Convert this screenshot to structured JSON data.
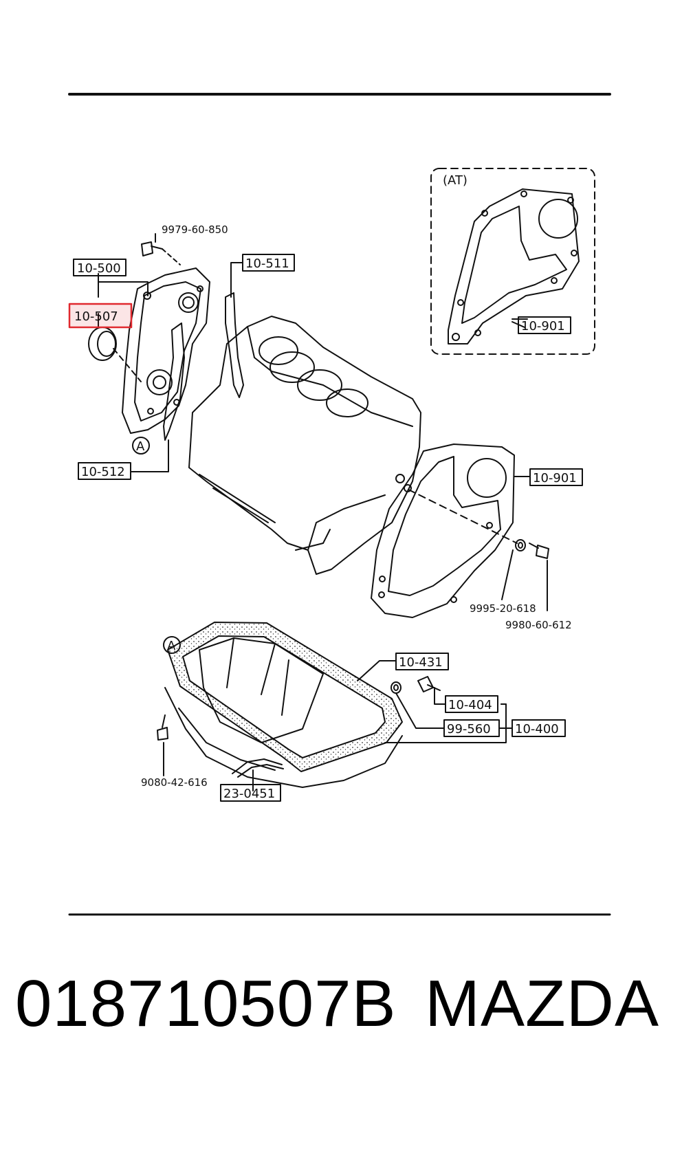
{
  "diagram": {
    "inset_label": "(AT)",
    "part_labels": {
      "p10500": "10-500",
      "p10507": "10-507",
      "p10511": "10-511",
      "p10512": "10-512",
      "p10901_inset": "10-901",
      "p10901_main": "10-901",
      "p10431": "10-431",
      "p10404": "10-404",
      "p99560": "99-560",
      "p10400": "10-400",
      "p23_0451": "23-0451"
    },
    "bolt_labels": {
      "b9979_60_850": "9979-60-850",
      "b9995_20_618": "9995-20-618",
      "b9980_60_612": "9980-60-612",
      "b9080_42_616": "9080-42-616"
    },
    "ref_marker_a1": "A",
    "ref_marker_a2": "A",
    "highlight_color": "#e0282e"
  },
  "caption": {
    "part_number": "018710507B",
    "brand": "MAZDA"
  }
}
